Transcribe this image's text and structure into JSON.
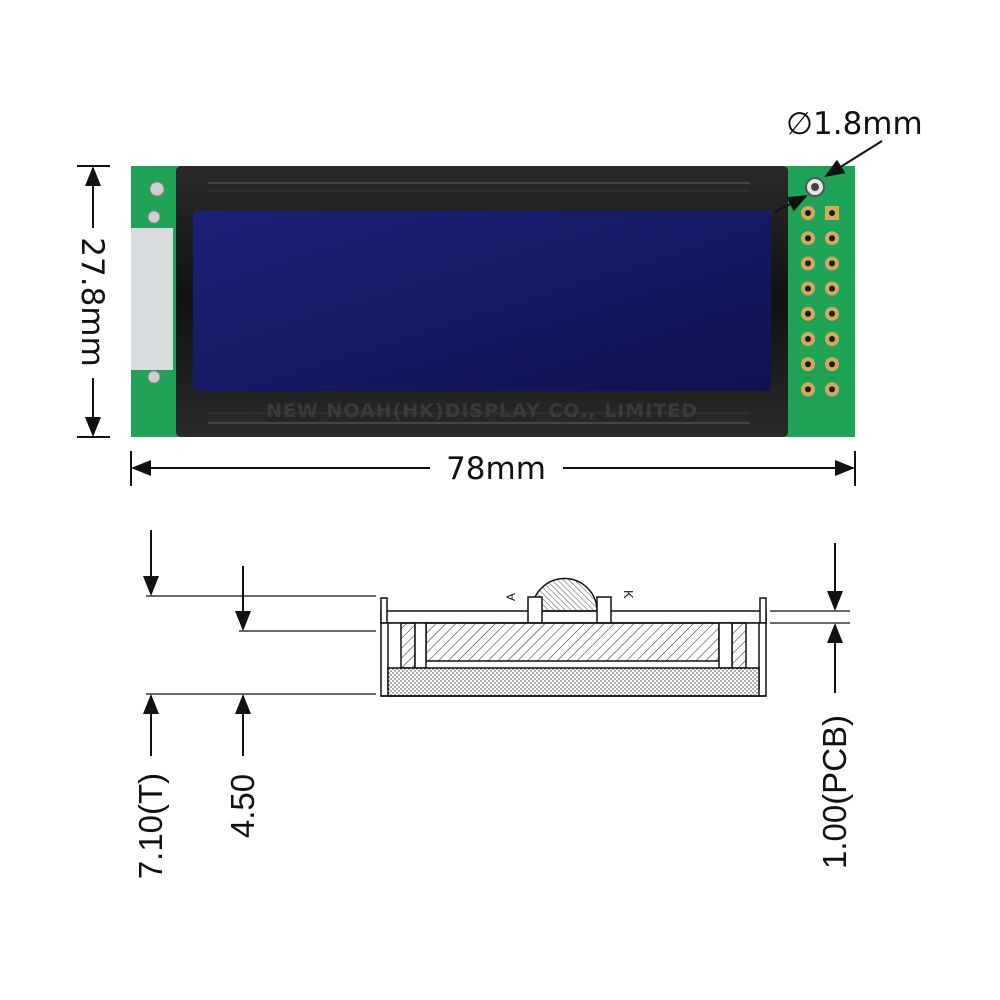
{
  "dimensions": {
    "hole_diameter": "∅1.8mm",
    "height": "27.8mm",
    "width": "78mm",
    "total_thickness": "7.10(T)",
    "module_thickness": "4.50",
    "pcb_thickness": "1.00(PCB)"
  },
  "module": {
    "watermark": "NEW NOAH(HK)DISPLAY CO., LIMITED",
    "pin_rows": 8,
    "pin_columns": 2
  },
  "side_view": {
    "led_anode_label": "A",
    "led_cathode_label": "K"
  },
  "colors": {
    "pcb": "#1ea357",
    "bezel": "#151515",
    "lcd": "#161c6a",
    "pad": "#d7a85a",
    "line": "#111111"
  }
}
